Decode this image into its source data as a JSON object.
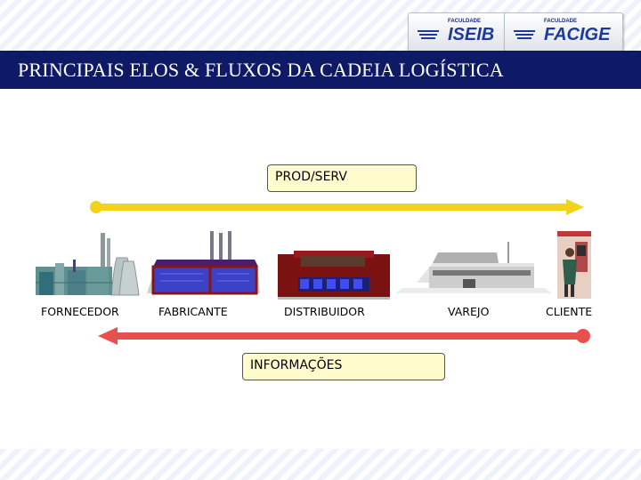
{
  "header": {
    "title": "PRINCIPAIS ELOS & FLUXOS DA CADEIA LOGÍSTICA",
    "logos": [
      {
        "small": "FACULDADE",
        "name": "ISEIB"
      },
      {
        "small": "FACULDADE",
        "name": "FACIGE"
      }
    ]
  },
  "diagram": {
    "top_flow_label": "PROD/SERV",
    "bottom_flow_label": "INFORMAÇÕES",
    "nodes": [
      {
        "label": "FORNECEDOR"
      },
      {
        "label": "FABRICANTE"
      },
      {
        "label": "DISTRIBUIDOR"
      },
      {
        "label": "VAREJO"
      },
      {
        "label": "CLIENTE"
      }
    ]
  },
  "colors": {
    "title_bar": "#0f1a66",
    "top_arrow": "#f2d21b",
    "bottom_arrow": "#e8504f",
    "label_box": "#fffbcc"
  }
}
